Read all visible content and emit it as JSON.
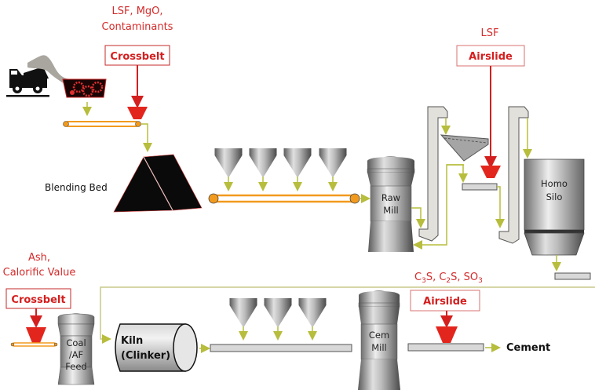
{
  "diagram": {
    "title": "Cement plant process flow with online analyzers",
    "colors": {
      "analyzer_red": "#d42a2a",
      "flow_line": "#b7bd3c",
      "belt_orange": "#f29a1e",
      "equipment_gray": "#9a9a9a"
    },
    "analyzers": [
      {
        "id": "crossbelt-raw",
        "type": "Crossbelt",
        "measures": [
          "LSF, MgO,",
          "Contaminants"
        ]
      },
      {
        "id": "airslide-raw",
        "type": "Airslide",
        "measures": [
          "LSF"
        ]
      },
      {
        "id": "crossbelt-coal",
        "type": "Crossbelt",
        "measures": [
          "Ash,",
          "Calorific Value"
        ]
      },
      {
        "id": "airslide-cement",
        "type": "Airslide",
        "measures": [
          "C3S, C2S, SO3"
        ]
      }
    ],
    "chemistry_label": {
      "c": "C",
      "s3": "3",
      "s": "S, C",
      "s2": "2",
      "s_b": "S, SO",
      "s3b": "3"
    },
    "equipment": {
      "blending_bed": "Blending Bed",
      "raw_mill": [
        "Raw",
        "Mill"
      ],
      "homo_silo": [
        "Homo",
        "Silo"
      ],
      "coal_feed": [
        "Coal",
        "/AF",
        "Feed"
      ],
      "kiln": [
        "Kiln",
        "(Clinker)"
      ],
      "cem_mill": [
        "Cem",
        "Mill"
      ],
      "product": "Cement"
    },
    "icons": [
      "dump-truck-icon",
      "crusher-icon",
      "hopper-icon",
      "bucket-elevator-icon",
      "separator-icon"
    ]
  }
}
